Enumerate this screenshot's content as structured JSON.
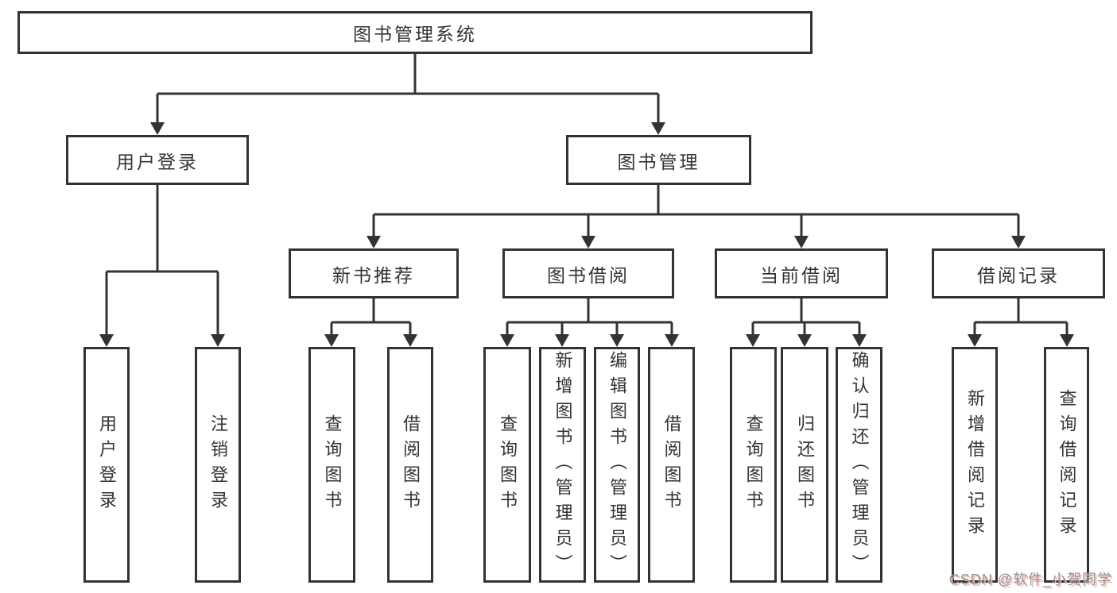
{
  "tree": {
    "root": {
      "label": "图书管理系统",
      "children": [
        {
          "label": "用户登录",
          "children": [
            {
              "label": "用户登录"
            },
            {
              "label": "注销登录"
            }
          ]
        },
        {
          "label": "图书管理",
          "children": [
            {
              "label": "新书推荐",
              "children": [
                {
                  "label": "查询图书"
                },
                {
                  "label": "借阅图书"
                }
              ]
            },
            {
              "label": "图书借阅",
              "children": [
                {
                  "label": "查询图书"
                },
                {
                  "label": "新增图书（管理员）"
                },
                {
                  "label": "编辑图书（管理员）"
                },
                {
                  "label": "借阅图书"
                }
              ]
            },
            {
              "label": "当前借阅",
              "children": [
                {
                  "label": "查询图书"
                },
                {
                  "label": "归还图书"
                },
                {
                  "label": "确认归还（管理员）"
                }
              ]
            },
            {
              "label": "借阅记录",
              "children": [
                {
                  "label": "新增借阅记录"
                },
                {
                  "label": "查询借阅记录"
                }
              ]
            }
          ]
        }
      ]
    }
  },
  "watermark": {
    "text": "CSDN @软件_小贺同学"
  },
  "colors": {
    "line": "#333333",
    "text": "#333333",
    "background": "#ffffff",
    "watermark_text": "#949494",
    "watermark_shadow": "#f0b6b0"
  }
}
